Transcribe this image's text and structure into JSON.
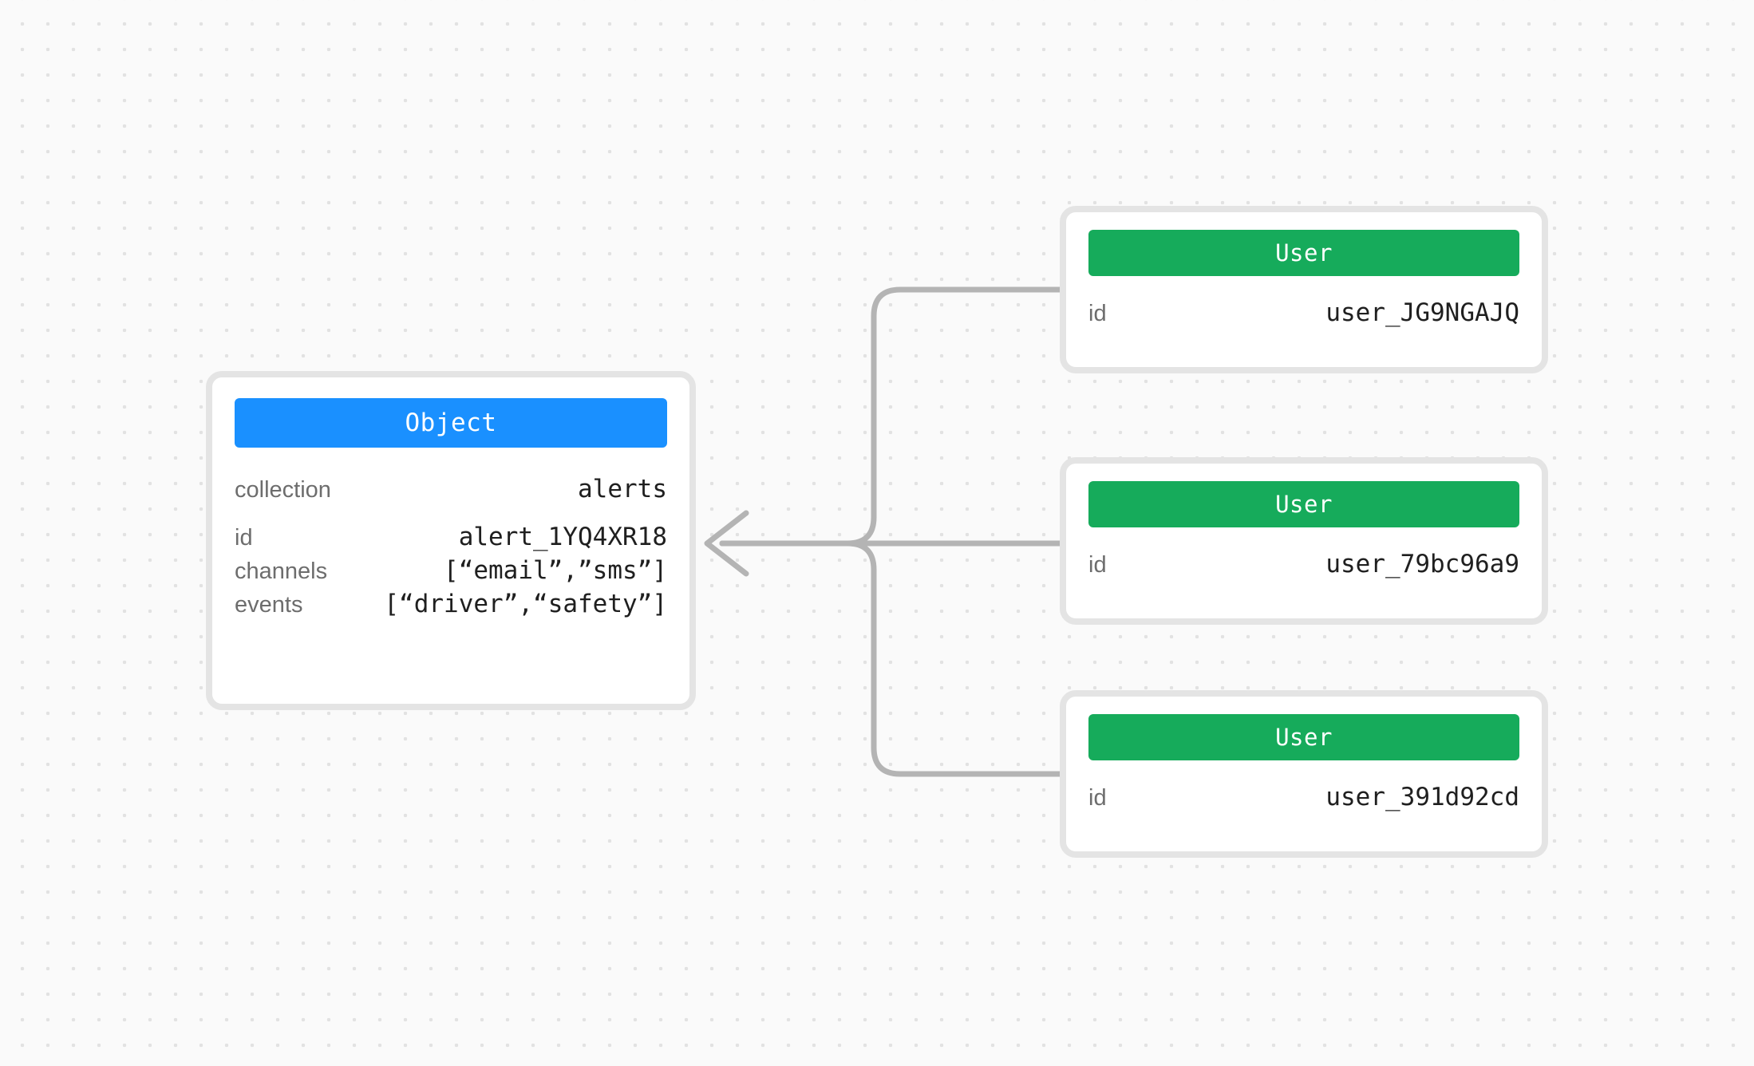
{
  "canvas": {
    "background_color": "#fafafa",
    "dot_color": "#e2e2e2",
    "connector_color": "#b4b4b4"
  },
  "object_node": {
    "type_label": "Object",
    "header_color": "#1a90ff",
    "rows": [
      {
        "label": "collection",
        "value": "alerts"
      },
      {
        "label": "id",
        "value": "alert_1YQ4XR18"
      },
      {
        "label": "channels",
        "value": "[“email”,”sms”]"
      },
      {
        "label": "events",
        "value": "[“driver”,“safety”]"
      }
    ]
  },
  "user_nodes": [
    {
      "type_label": "User",
      "header_color": "#16ab5b",
      "rows": [
        {
          "label": "id",
          "value": "user_JG9NGAJQ"
        }
      ]
    },
    {
      "type_label": "User",
      "header_color": "#16ab5b",
      "rows": [
        {
          "label": "id",
          "value": "user_79bc96a9"
        }
      ]
    },
    {
      "type_label": "User",
      "header_color": "#16ab5b",
      "rows": [
        {
          "label": "id",
          "value": "user_391d92cd"
        }
      ]
    }
  ]
}
